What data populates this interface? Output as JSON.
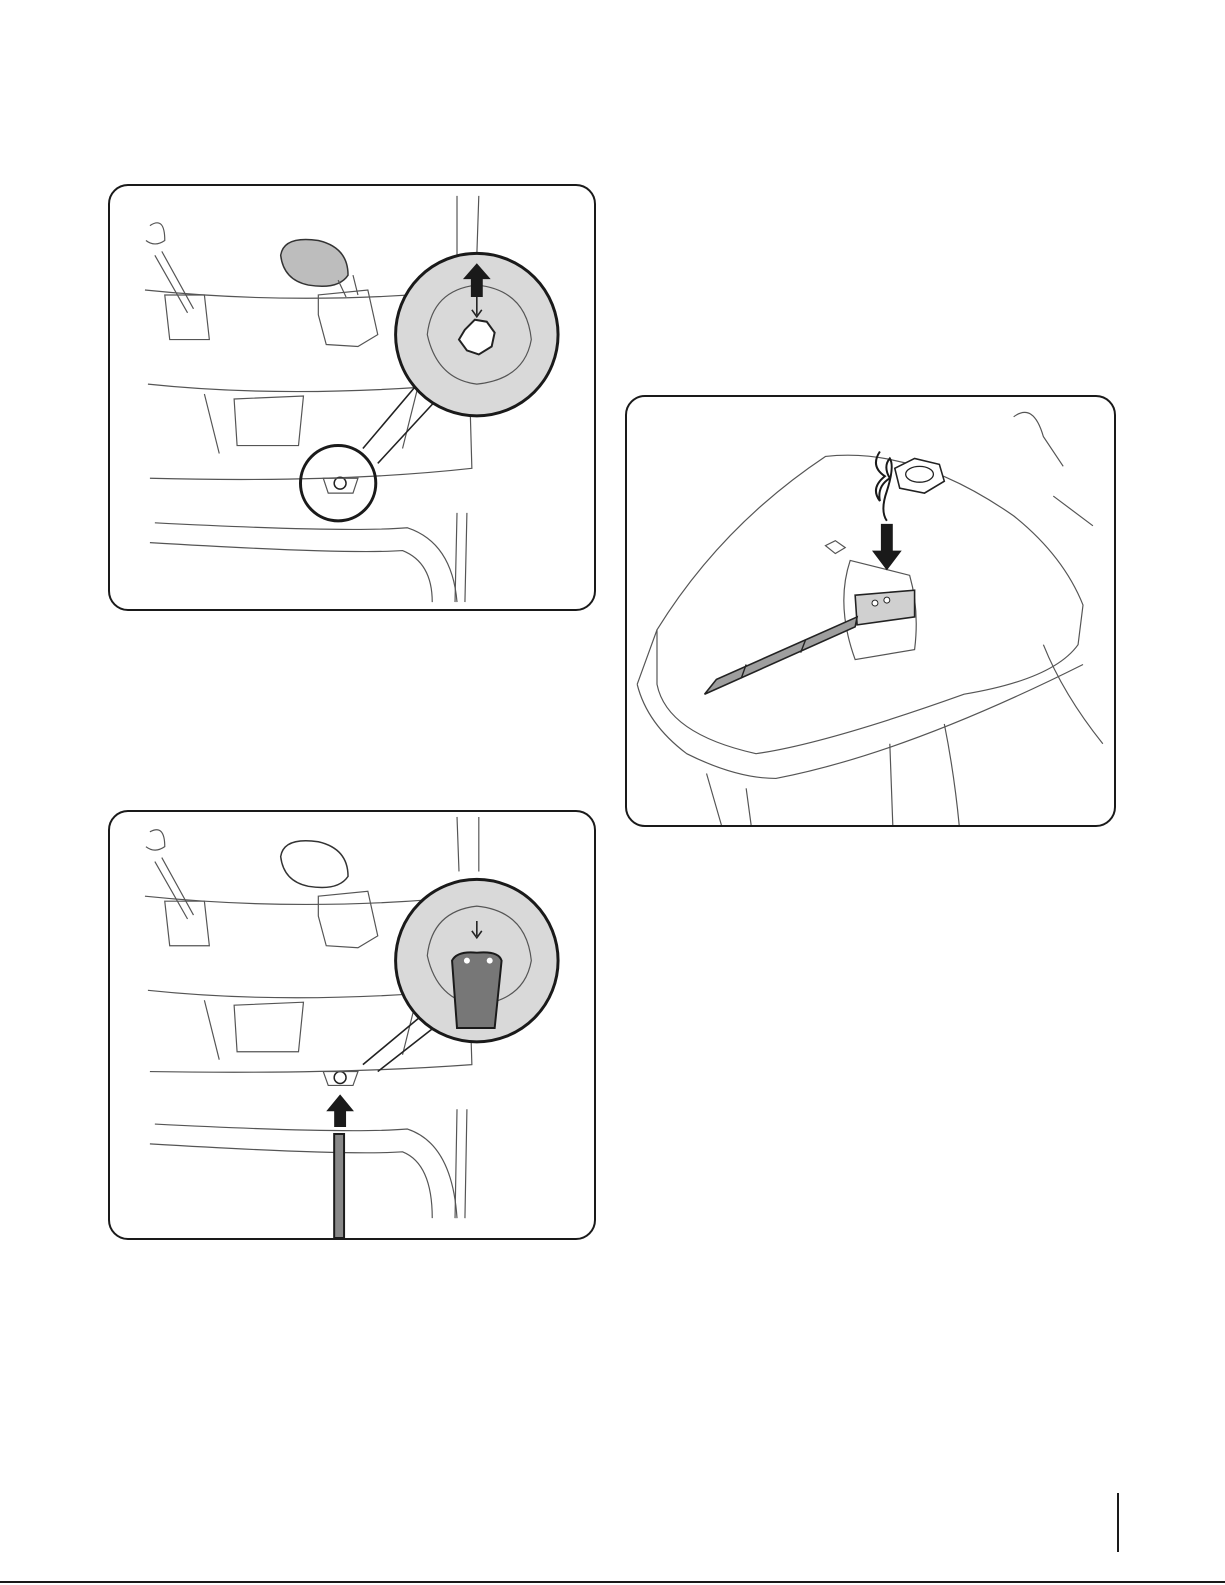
{
  "page": {
    "background": "#ffffff",
    "line_color": "#1a1a1a"
  },
  "figures": [
    {
      "id": "figure-1",
      "icons": [
        "shear-bolt-icon",
        "up-arrow-icon",
        "magnifier-callout-icon"
      ]
    },
    {
      "id": "figure-2",
      "icons": [
        "up-arrow-icon",
        "drive-rod-icon",
        "magnifier-callout-icon"
      ]
    },
    {
      "id": "figure-3",
      "icons": [
        "hairpin-clip-icon",
        "down-arrow-icon",
        "drive-rod-icon"
      ]
    }
  ]
}
